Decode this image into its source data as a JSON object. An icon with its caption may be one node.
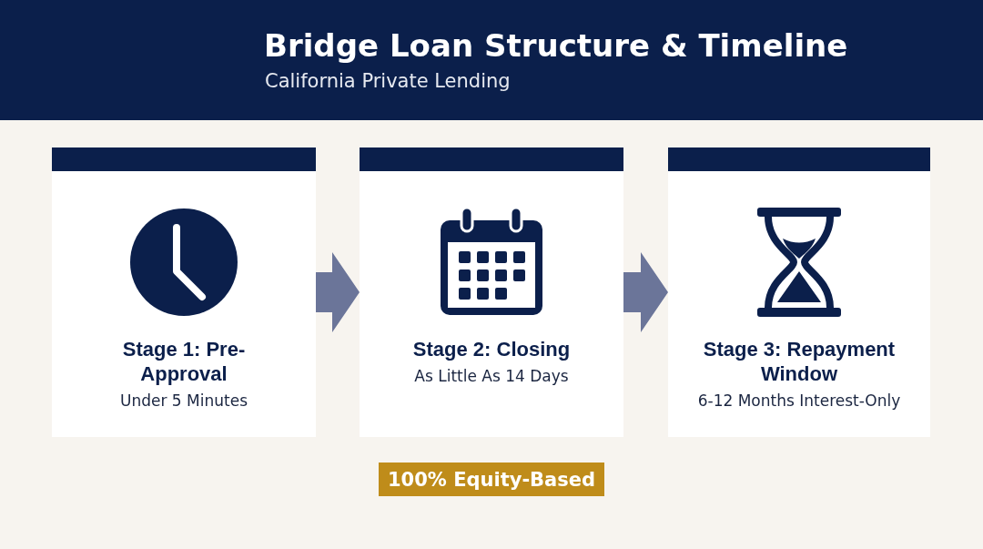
{
  "diagram": {
    "title": "Bridge Loan Structure & Timeline",
    "nodes": [
      {
        "text": [
          "Stage 1: Pre-Approval",
          "Under 5 Minutes"
        ]
      },
      {
        "text": [
          "Stage 2: Closing",
          "As Little As 14 Days"
        ]
      },
      {
        "text": [
          "Stage 3: Repayment Window",
          "6-12 Months Interest-Only"
        ]
      },
      {
        "text": [
          "100% Equity-Based"
        ]
      }
    ],
    "edges": [
      {
        "from": 0,
        "to": 1,
        "arrow": "to"
      },
      {
        "from": 1,
        "to": 2,
        "arrow": "to"
      }
    ],
    "labels": [
      "California Private Lending"
    ]
  }
}
